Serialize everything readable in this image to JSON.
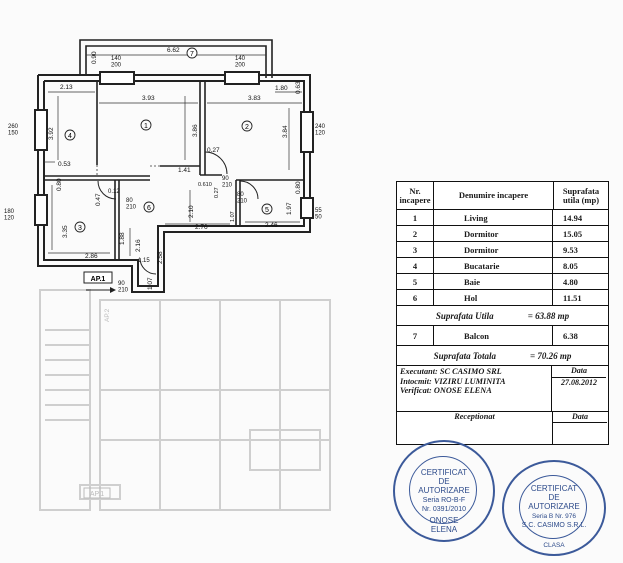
{
  "plan": {
    "rooms": [
      {
        "id": "room-1",
        "num": "1"
      },
      {
        "id": "room-2",
        "num": "2"
      },
      {
        "id": "room-3",
        "num": "3"
      },
      {
        "id": "room-4",
        "num": "4"
      },
      {
        "id": "room-5",
        "num": "5"
      },
      {
        "id": "room-6",
        "num": "6"
      },
      {
        "id": "room-7",
        "num": "7"
      }
    ],
    "dims": {
      "top_balcony": "6.62",
      "win1": "140\n200",
      "win2": "140\n200",
      "w_213": "2.13",
      "w_393": "3.93",
      "w_383": "3.83",
      "w_180": "1.80",
      "h_392": "3.92",
      "h_386": "3.86",
      "h_384": "3.84",
      "w_053": "0.53",
      "w_260": "260\n150",
      "w_240": "240\n120",
      "h_080a": "0.80",
      "h_080b": "0.80",
      "h_063": "0.63",
      "h_090": "0.90",
      "h_027": "0.27",
      "w_141": "1.41",
      "w_0610": "0.610",
      "d_90a": "90\n210",
      "d_80a": "80\n210",
      "d_80b": "80\n210",
      "d_90b": "90\n210",
      "w_012": "0.12",
      "h_047": "0.47",
      "h_335": "3.35",
      "w_180b": "180\n120",
      "w_286": "2.86",
      "h_188": "1.88",
      "h_216": "2.16",
      "h_115": "1.15",
      "h_258": "2.58",
      "h_210": "2.10",
      "w_276": "2.76",
      "w_246": "2.46",
      "h_107": "1.07",
      "h_197": "1.97",
      "w_55": "55\n50",
      "h_027b": "0.27",
      "h_107b": "1.07"
    },
    "ap_label": "AP.1",
    "ap_label_faint": "AP.1",
    "ap_side": "AP.2"
  },
  "table": {
    "h_nr": "Nr. incapere",
    "h_name": "Denumire incapere",
    "h_area": "Suprafata utila (mp)",
    "rows": [
      {
        "nr": "1",
        "name": "Living",
        "area": "14.94"
      },
      {
        "nr": "2",
        "name": "Dormitor",
        "area": "15.05"
      },
      {
        "nr": "3",
        "name": "Dormitor",
        "area": "9.53"
      },
      {
        "nr": "4",
        "name": "Bucatarie",
        "area": "8.05"
      },
      {
        "nr": "5",
        "name": "Baie",
        "area": "4.80"
      },
      {
        "nr": "6",
        "name": "Hol",
        "area": "11.51"
      }
    ],
    "sum_util_label": "Suprafata Utila",
    "sum_util_value": "= 63.88 mp",
    "balcon": {
      "nr": "7",
      "name": "Balcon",
      "area": "6.38"
    },
    "sum_total_label": "Suprafata Totala",
    "sum_total_value": "= 70.26 mp",
    "executant": "Executant: SC CASIMO SRL",
    "intocmit": "Intocmit: VIZIRU LUMINITA",
    "verificat": "Verificat: ONOSE ELENA",
    "data_h1": "Data",
    "data_v1": "27.08.2012",
    "receptionat": "Receptionat",
    "data_h2": "Data"
  },
  "stamp1": {
    "line1": "CERTIFICAT",
    "line2": "DE",
    "line3": "AUTORIZARE",
    "line4": "Seria RO-B-F",
    "line5": "Nr. 0391/2010",
    "line6": "ONOSE",
    "line7": "ELENA"
  },
  "stamp2": {
    "line1": "CERTIFICAT",
    "line2": "DE",
    "line3": "AUTORIZARE",
    "line4": "Seria B Nr. 976",
    "line5": "S.C. CASIMO S.R.L.",
    "line6": "CLASA"
  }
}
